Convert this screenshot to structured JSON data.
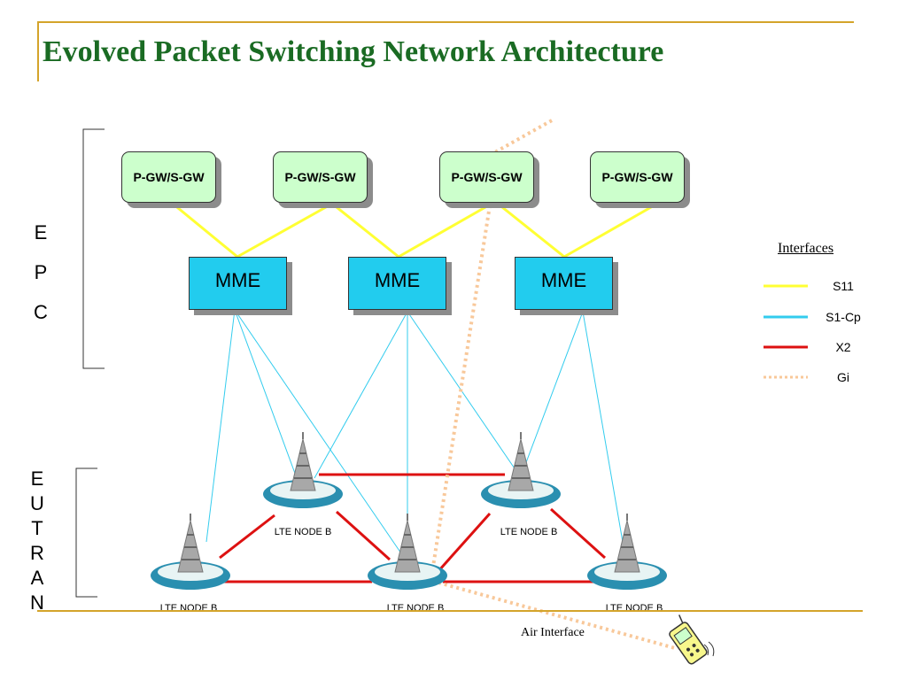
{
  "slide": {
    "title": "Evolved Packet Switching Network Architecture",
    "epc_letters": [
      "E",
      "P",
      "C"
    ],
    "eutran_letters": [
      "E",
      "U",
      "T",
      "R",
      "A",
      "N"
    ]
  },
  "gateways": [
    "P-GW/S-GW",
    "P-GW/S-GW",
    "P-GW/S-GW",
    "P-GW/S-GW"
  ],
  "mmes": [
    "MME",
    "MME",
    "MME"
  ],
  "nodes": [
    "LTE NODE B",
    "LTE NODE B",
    "LTE NODE B",
    "LTE NODE B",
    "LTE NODE B"
  ],
  "legend": {
    "title": "Interfaces",
    "items": [
      {
        "label": "S11",
        "color": "#ffff33",
        "style": "solid"
      },
      {
        "label": "S1-Cp",
        "color": "#33ccee",
        "style": "solid"
      },
      {
        "label": "X2",
        "color": "#dd1111",
        "style": "solid"
      },
      {
        "label": "Gi",
        "color": "#f8c89a",
        "style": "dotted"
      }
    ]
  },
  "air_interface_label": "Air Interface",
  "colors": {
    "title": "#1a6b23",
    "accent_rule": "#d4a42a",
    "gateway_fill": "#ccffcc",
    "mme_fill": "#22ccee"
  }
}
